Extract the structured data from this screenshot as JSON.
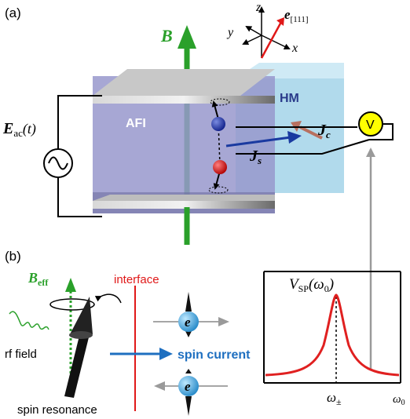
{
  "panel_a": {
    "label": "(a)",
    "field_B": "B",
    "axes": {
      "z": "z",
      "y": "y",
      "x": "x",
      "e111_base": "e",
      "e111_sub": "[111]"
    },
    "afi_label": "AFI",
    "hm_label": "HM",
    "eac_main": "E",
    "eac_sub": "ac",
    "eac_arg": "(t)",
    "js_main": "J",
    "js_sub": "s",
    "jc_main": "J",
    "jc_sub": "c",
    "voltmeter": "V"
  },
  "panel_b": {
    "label": "(b)",
    "beff_main": "B",
    "beff_sub": "eff",
    "interface": "interface",
    "rf_field": "rf field",
    "spin_resonance": "spin resonance",
    "spin_current": "spin current",
    "electron": "e",
    "vsp_main": "V",
    "vsp_sub": "SP",
    "vsp_arg": "(ω",
    "vsp_arg_sub": "0",
    "vsp_arg_close": ")",
    "omega_pm": "ω",
    "omega_pm_sub": "±",
    "omega0": "ω",
    "omega0_sub": "0"
  },
  "colors": {
    "afi": "#8f8fc8",
    "hm": "#a9d6ea",
    "field_green": "#2aa02a",
    "interface_red": "#e01818",
    "spin_current_blue": "#1e6fc0",
    "resonance_curve": "#e02020",
    "electron_blue": "#2a9ad8",
    "voltmeter_yellow": "#ffff00"
  }
}
